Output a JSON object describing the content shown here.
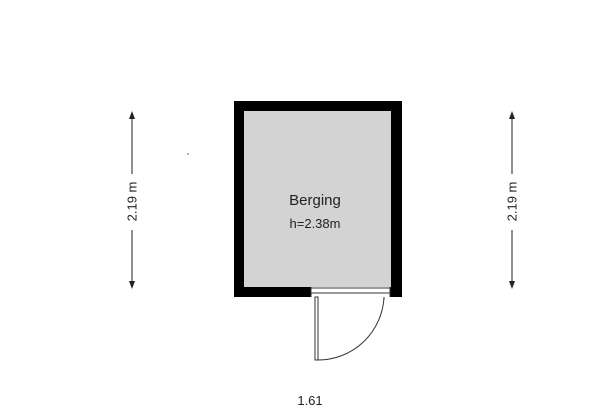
{
  "floorplan": {
    "room": {
      "name": "Berging",
      "height_label": "h=2.38m"
    },
    "dimensions": {
      "left": "2.19 m",
      "right": "2.19 m",
      "bottom": "1.61"
    },
    "colors": {
      "wall": "#000000",
      "floor": "#d3d3d3",
      "line": "#222222"
    }
  }
}
